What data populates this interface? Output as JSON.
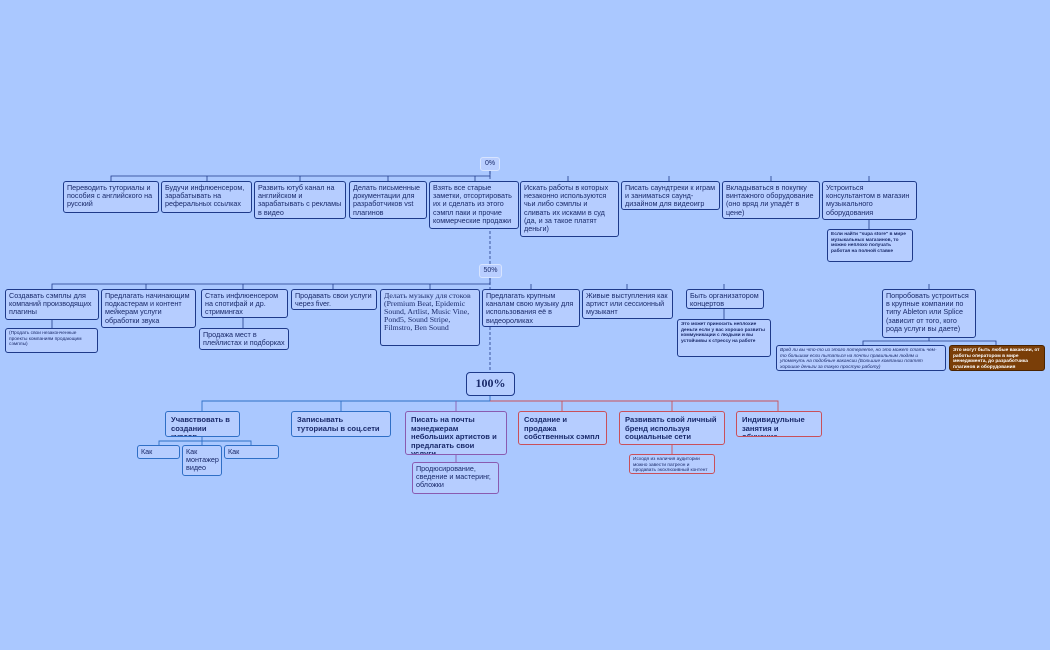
{
  "milestones": {
    "m0": "0%",
    "m50": "50%",
    "m100": "100%"
  },
  "row0": [
    "Переводить туториалы и пособия с английского на русский",
    "Будучи инфлюенсером, зарабатывать на реферальных ссылках",
    "Развить ютуб канал на английском и зарабатывать с рекламы в видео",
    "Делать письменные документации для разработчиков vst плагинов",
    "Взять все старые заметки, отсортировать их и сделать из этого сэмпл паки и прочие коммерческие продажи",
    "Искать работы в которых незаконно используются чьи либо сэмплы и сливать их исками в суд (да, и за такое платят деньги)",
    "Писать саундтреки к играм и заниматься саунд-дизайном для видеоигр",
    "Вкладываться в покупку винтажного оборудование (оно вряд ли упадёт в цене)",
    "Устроиться консультантом в магазин музыкального оборудования"
  ],
  "row0_note": "Если найти \"supa store\" в мире музыкальных магазинов, то можно неплохо получать работая на полной ставке",
  "row50": [
    "Создавать сэмплы для компаний производящих плагины",
    "Предлагать начинающим подкастерам и контент мейкерам услуги обработки звука",
    "Стать инфлюенсером на спотифай и др. стримингах",
    "Продавать свои услуги через fiver.",
    "Делать музыку для стоков (Premium Beat, Epidemic Sound, Artlist, Music Vine, Pond5, Sound Stripe, Filmstro, Ben Sound",
    "Предлагать крупным каналам свою музыку для использования её в видеороликах",
    "Живые выступления как артист или сессионный музыкант",
    "Быть организатором концертов",
    "Попробовать устроиться в крупные компании по типу Ableton или Splice (зависит от того, кого рода услуги вы даете)"
  ],
  "row50_notes": {
    "samples": "(Продать свои незаконченные проекты компаниям продающим сэмплы)",
    "playlists": "Продажа мест в плейлистах и подборках",
    "concerts": "Это может приносить неплохие деньги если у вас хорошо развиты коммуникации с людьми и вы устойчивы к стрессу на работе",
    "companies_italic": "Вряд ли вы что-то из этого потеряете, но это может стать чем-то большим если пытаться на почты правильным людям и упомянуть на подобные вакансии (Большие компании платят хорошие деньги за такую простую работу)",
    "companies_brown": "Это могут быть любые вакансии, от работы оператором в мире менеджмента, до разработчика плагинов и оборудования оборудования"
  },
  "row100": [
    "Учавствовать в создании курсов",
    "Записывать туториалы в соц.сети",
    "Писать на почты мэнеджерам небольших артистов и предлагать свои услуги",
    "Создание и продажа собственных сэмпл паков",
    "Развивать свой личный бренд используя социальные сети",
    "Индивидульные занятия и обучение"
  ],
  "row100_notes": {
    "speaker": "Как спикер",
    "editor": "Как монтажер видео",
    "packer": "Как упаковщик",
    "production": "Продюсирование, сведение и мастеринг, обложки",
    "brand": "Исходя из наличия аудитории можно завести патреон и продавать эксклюзивный контент"
  },
  "colors": {
    "background": "#aac8ff",
    "node_fill": "#b6cdff",
    "node_border": "#1e3a8a",
    "blue_branch": "#2f6fc6",
    "purple_branch": "#8a5bb0",
    "red_branch": "#c9505a",
    "brown_note": "#7a3e08"
  }
}
